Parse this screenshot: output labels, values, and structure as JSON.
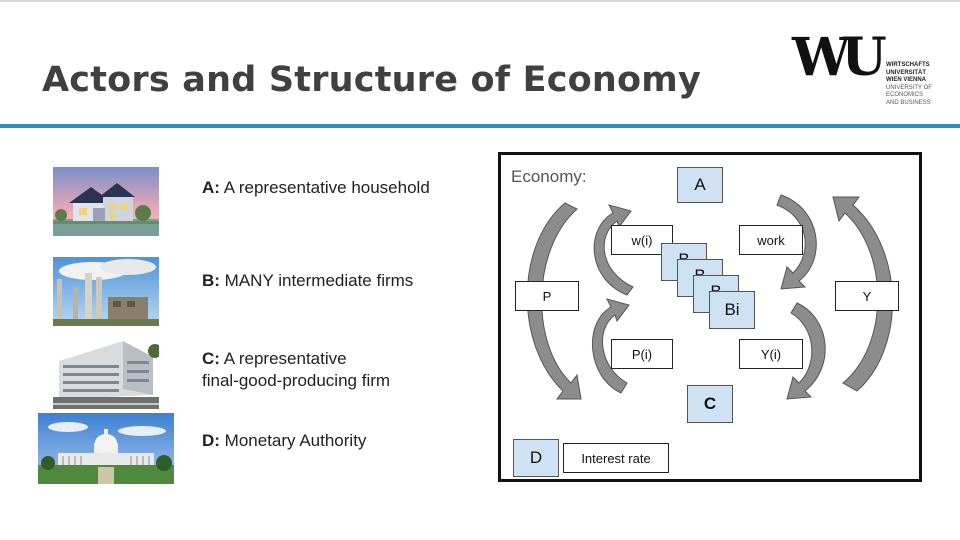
{
  "slide": {
    "title": "Actors and Structure of Economy"
  },
  "logo": {
    "mark": "WU",
    "lines": [
      "WIRTSCHAFTS",
      "UNIVERSITÄT",
      "WIEN VIENNA",
      "UNIVERSITY OF",
      "ECONOMICS",
      "AND BUSINESS"
    ]
  },
  "actors": [
    {
      "key": "A:",
      "text": " A representative household"
    },
    {
      "key": "B:",
      "text": " MANY intermediate firms"
    },
    {
      "key": "C:",
      "text": " A representative",
      "text2": "final-good-producing firm"
    },
    {
      "key": "D:",
      "text": " Monetary Authority"
    }
  ],
  "diagram": {
    "label": "Economy:",
    "A": "A",
    "C": "C",
    "D": "D",
    "B_stack": [
      "B",
      "B",
      "B",
      "Bi"
    ],
    "boxes": {
      "wi": "w(i)",
      "work": "work",
      "P": "P",
      "Y": "Y",
      "Pi": "P(i)",
      "Yi": "Y(i)",
      "interest": "Interest rate"
    }
  },
  "colors": {
    "accent_rule": "#2a91bd",
    "actor_fill": "#cfe2f3",
    "arrow_fill": "#8c8c8c"
  }
}
